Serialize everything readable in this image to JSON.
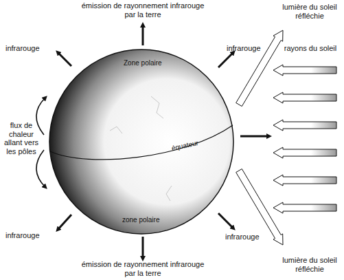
{
  "diagram": {
    "nodes": [
      {
        "text": [
          "Zone polaire",
          "équateur",
          "zone polaire"
        ]
      }
    ],
    "labels": [
      "émission de rayonnement infrarouge par la terre",
      "infrarouge",
      "infrarouge",
      "lumière du soleil réfléchie",
      "rayons du soleil",
      "flux de chaleur allant vers les pôles",
      "infrarouge",
      "infrarouge",
      "lumière du soleil réfléchie",
      "émission de rayonnement infrarouge par la terre"
    ]
  }
}
